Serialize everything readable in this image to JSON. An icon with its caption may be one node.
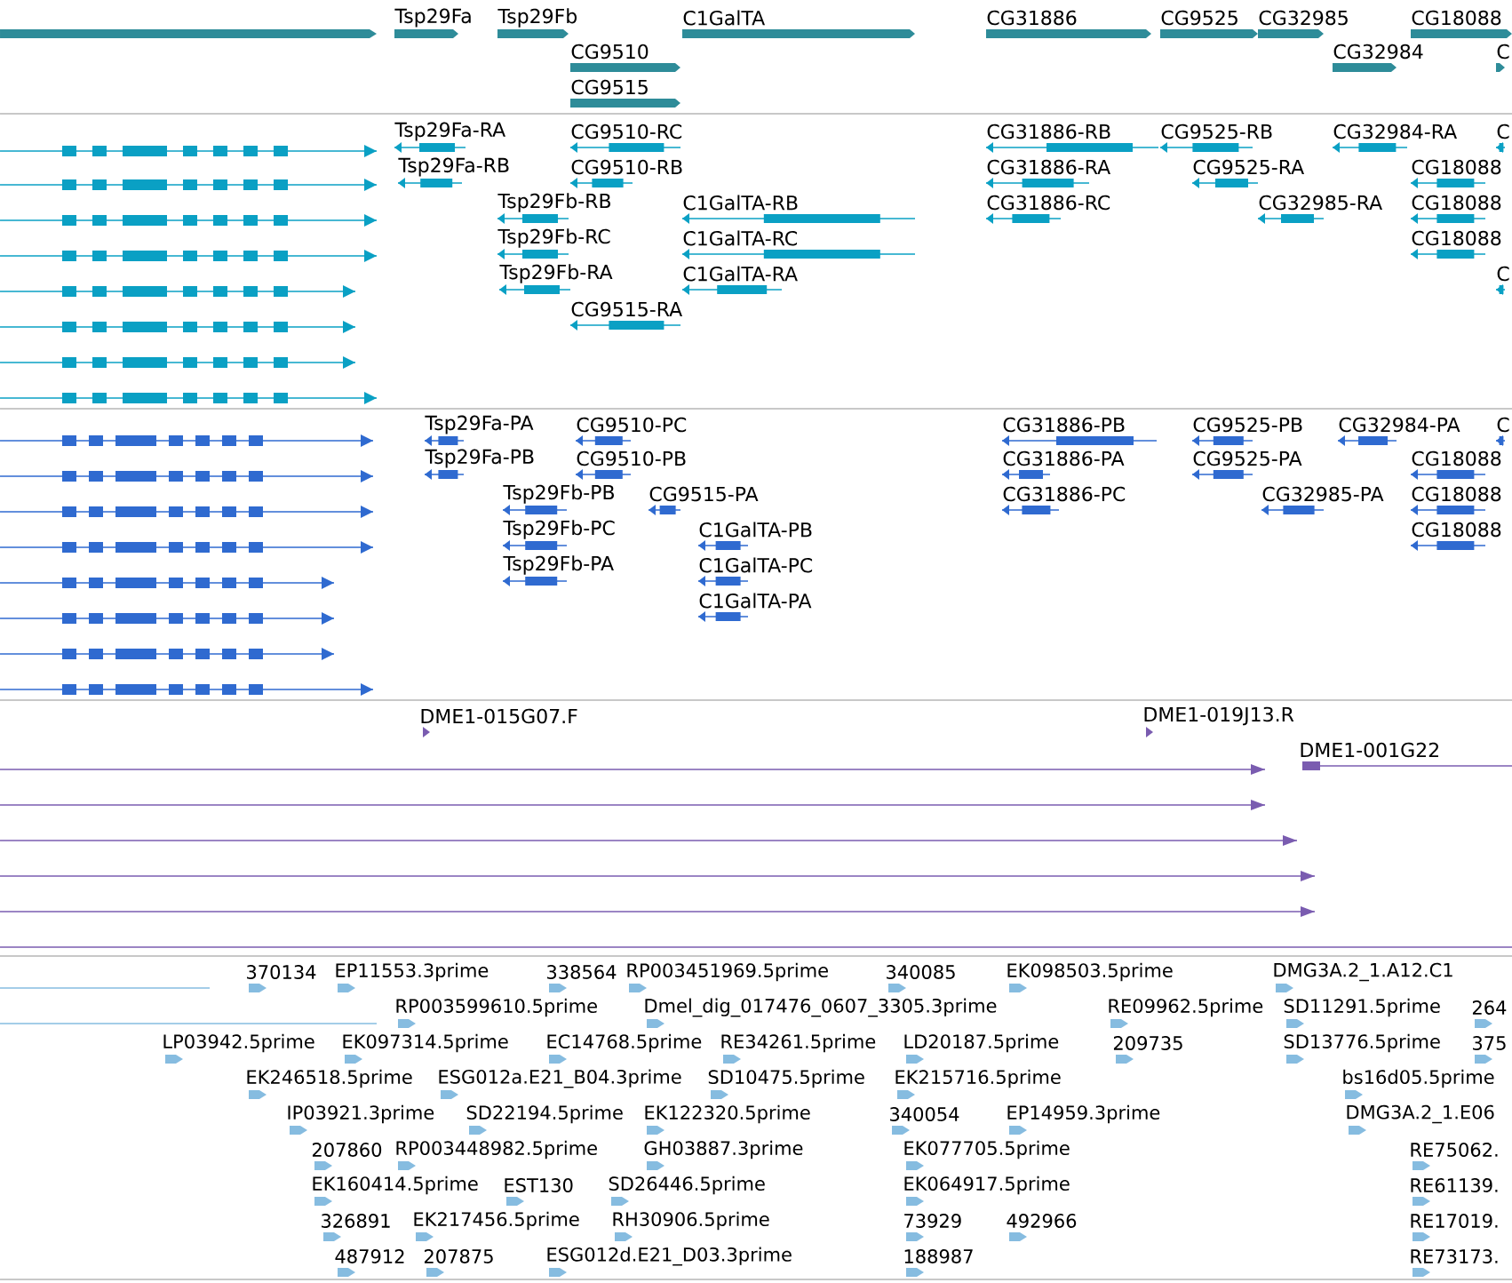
{
  "diagram": {
    "labels": [
      "Tsp29Fa",
      "Tsp29Fb",
      "C1GalTA",
      "CG31886",
      "CG9525",
      "CG32985",
      "CG18088",
      "CG9510",
      "CG32984",
      "C",
      "CG9515",
      "Tsp29Fa-RA",
      "CG9510-RC",
      "CG31886-RB",
      "CG9525-RB",
      "CG32984-RA",
      "C",
      "Tsp29Fa-RB",
      "CG9510-RB",
      "CG31886-RA",
      "CG9525-RA",
      "CG18088",
      "Tsp29Fb-RB",
      "C1GalTA-RB",
      "CG31886-RC",
      "CG32985-RA",
      "CG18088",
      "Tsp29Fb-RC",
      "C1GalTA-RC",
      "CG18088",
      "Tsp29Fb-RA",
      "C1GalTA-RA",
      "C",
      "CG9515-RA",
      "Tsp29Fa-PA",
      "CG9510-PC",
      "CG31886-PB",
      "CG9525-PB",
      "CG32984-PA",
      "C",
      "Tsp29Fa-PB",
      "CG9510-PB",
      "CG31886-PA",
      "CG9525-PA",
      "CG18088",
      "Tsp29Fb-PB",
      "CG9515-PA",
      "CG31886-PC",
      "CG32985-PA",
      "CG18088",
      "Tsp29Fb-PC",
      "C1GalTA-PB",
      "CG18088",
      "Tsp29Fb-PA",
      "C1GalTA-PC",
      "C1GalTA-PA",
      "DME1-015G07.F",
      "DME1-019J13.R",
      "DME1-001G22",
      "370134",
      "EP11553.3prime",
      "338564",
      "RP003451969.5prime",
      "340085",
      "EK098503.5prime",
      "DMG3A.2_1.A12.C1",
      "RP003599610.5prime",
      "Dmel_dig_017476_0607_3305.3prime",
      "RE09962.5prime",
      "SD11291.5prime",
      "264",
      "LP03942.5prime",
      "EK097314.5prime",
      "EC14768.5prime",
      "RE34261.5prime",
      "LD20187.5prime",
      "209735",
      "SD13776.5prime",
      "375",
      "EK246518.5prime",
      "ESG012a.E21_B04.3prime",
      "SD10475.5prime",
      "EK215716.5prime",
      "bs16d05.5prime",
      "IP03921.3prime",
      "SD22194.5prime",
      "EK122320.5prime",
      "340054",
      "EP14959.3prime",
      "DMG3A.2_1.E06",
      "207860",
      "RP003448982.5prime",
      "GH03887.3prime",
      "EK077705.5prime",
      "RE75062.",
      "EK160414.5prime",
      "EST130",
      "SD26446.5prime",
      "EK064917.5prime",
      "RE61139.",
      "326891",
      "EK217456.5prime",
      "RH30906.5prime",
      "73929",
      "492966",
      "RE17019.",
      "487912",
      "207875",
      "ESG012d.E21_D03.3prime",
      "188987",
      "RE73173."
    ]
  }
}
